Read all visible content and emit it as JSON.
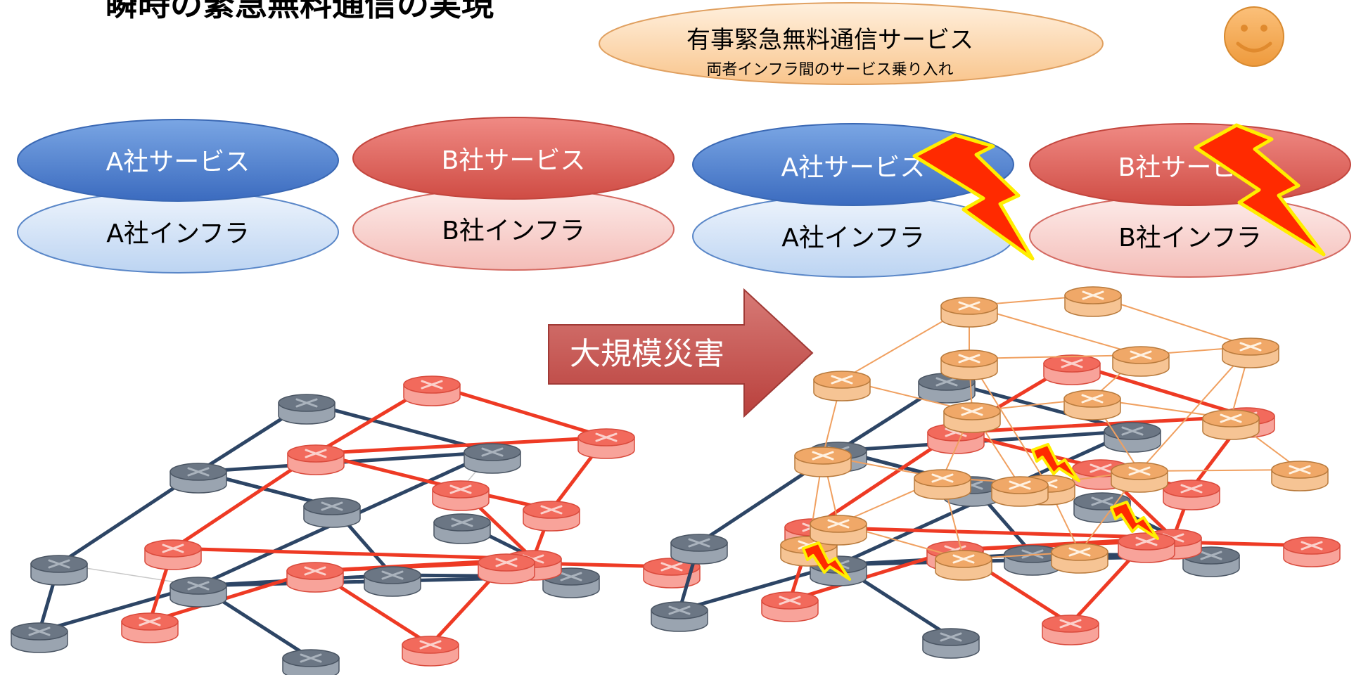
{
  "header": {
    "bullet": "•",
    "title": "瞬時の緊急無料通信の実現"
  },
  "emergency_service": {
    "title": "有事緊急無料通信サービス",
    "subtitle": "両者インフラ間のサービス乗り入れ",
    "smiley_icon": "smiley-face-icon"
  },
  "before": {
    "a_service": "A社サービス",
    "a_infra": "A社インフラ",
    "b_service": "B社サービス",
    "b_infra": "B社インフラ"
  },
  "after": {
    "a_service": "A社サービス",
    "a_infra": "A社インフラ",
    "b_service": "B社サービス",
    "b_infra": "B社インフラ"
  },
  "arrow": {
    "label": "大規模災害"
  },
  "colors": {
    "company_a_dark": "#3f6fc0",
    "company_a_light": "#d7e6f8",
    "company_b_dark": "#d9534a",
    "company_b_light": "#f8d4d1",
    "emergency_fill": "#fcd9b0",
    "arrow_fill": "#c0504d",
    "net_a_link": "#2d4565",
    "net_b_link": "#ee3a24",
    "emergency_link": "#f0a060",
    "lightning": "#ff2a00"
  }
}
